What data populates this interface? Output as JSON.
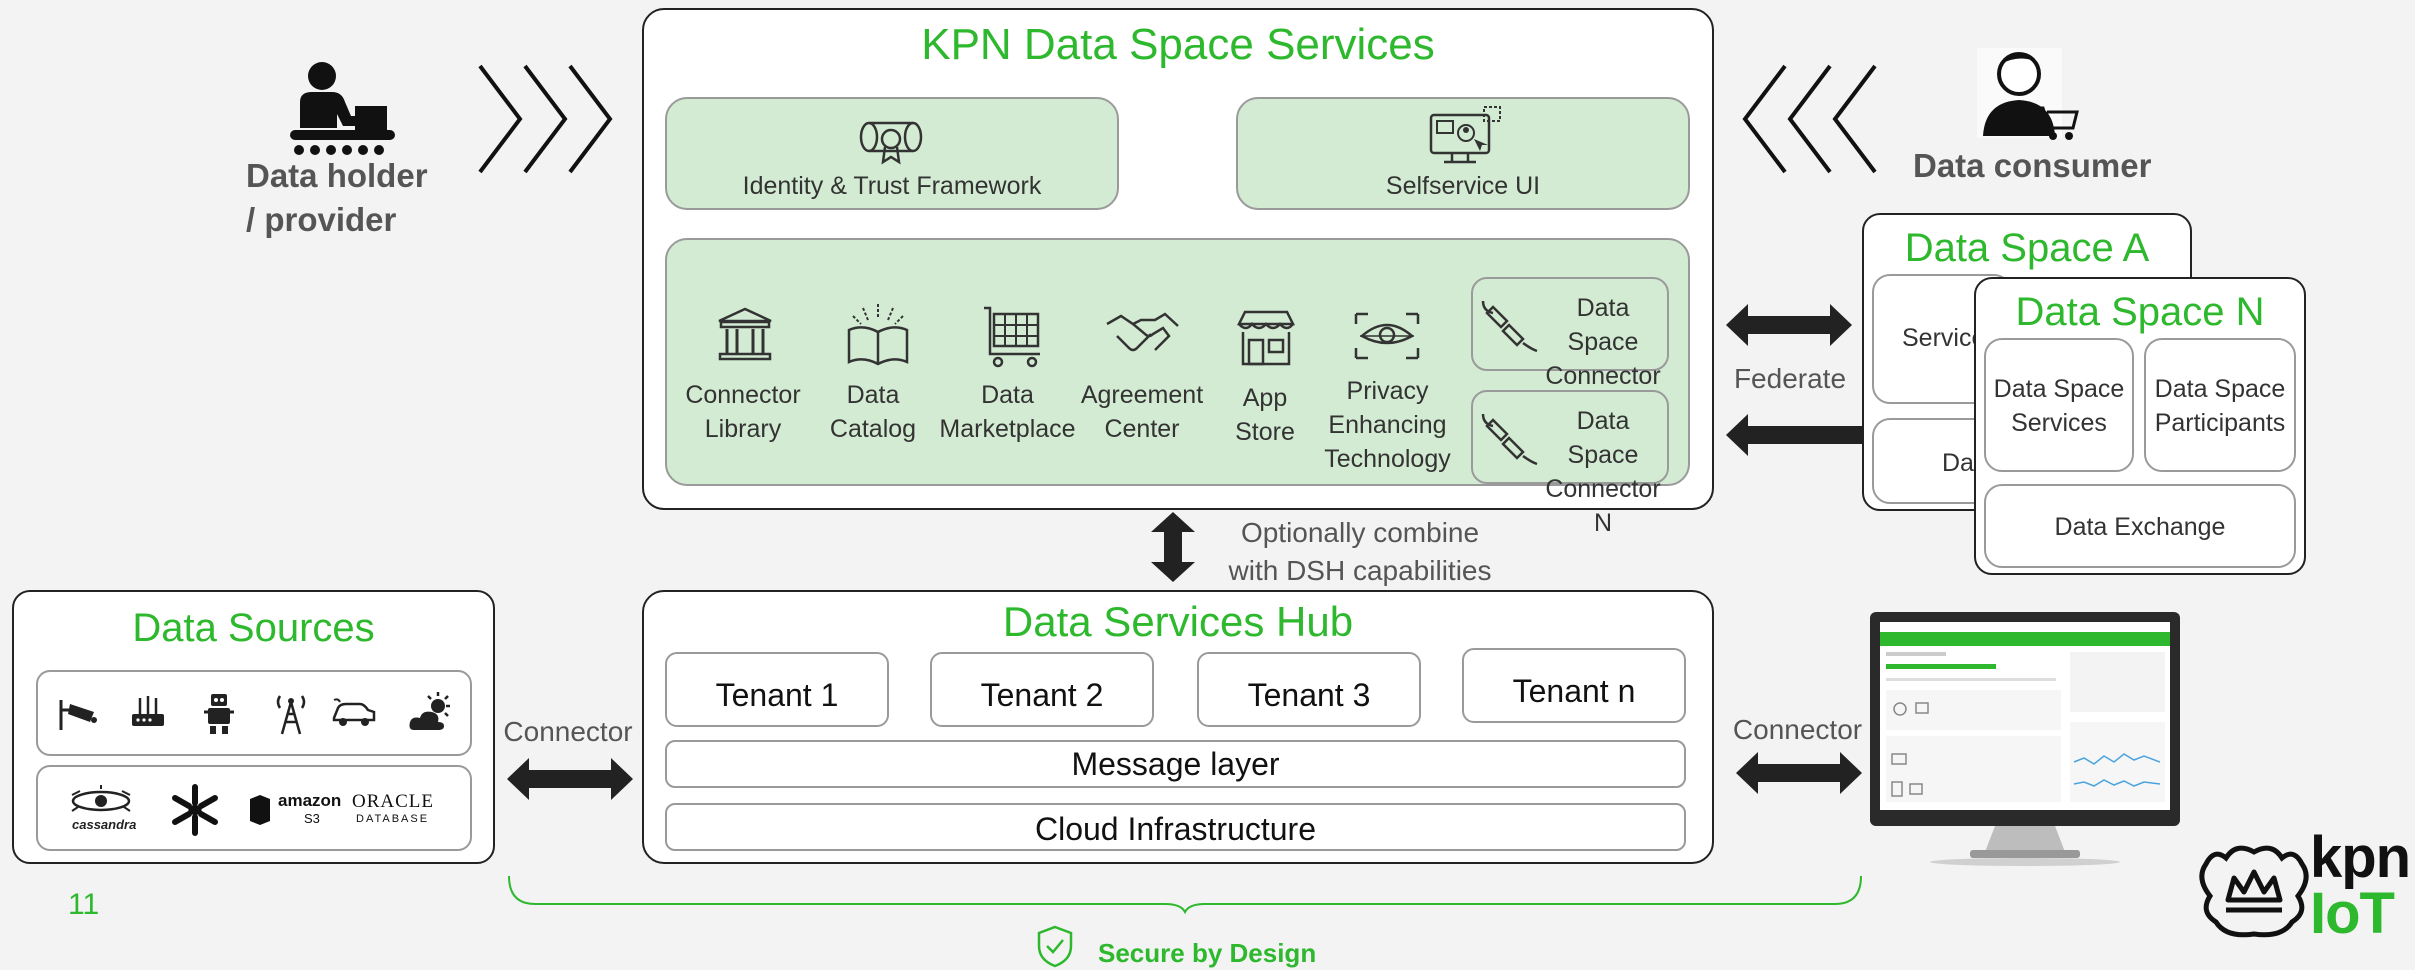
{
  "provider": {
    "label_line1": "Data holder",
    "label_line2": "/ provider"
  },
  "consumer": {
    "label": "Data consumer"
  },
  "kpn_services": {
    "title": "KPN Data Space Services",
    "identity": "Identity & Trust Framework",
    "selfservice": "Selfservice UI",
    "modules": [
      {
        "line1": "Connector",
        "line2": "Library",
        "icon": "bank-icon"
      },
      {
        "line1": "Data",
        "line2": "Catalog",
        "icon": "book-icon"
      },
      {
        "line1": "Data",
        "line2": "Marketplace",
        "icon": "cart-icon"
      },
      {
        "line1": "Agreement",
        "line2": "Center",
        "icon": "handshake-icon"
      },
      {
        "line1": "App",
        "line2": "Store",
        "icon": "store-icon"
      },
      {
        "line1": "Privacy",
        "line2": "Enhancing",
        "line3": "Technology",
        "icon": "eye-icon"
      }
    ],
    "connector_a": {
      "line1": "Data Space",
      "line2": "Connector A"
    },
    "connector_n": {
      "line1": "Data Space",
      "line2": "Connector N"
    }
  },
  "federate": "Federate",
  "data_space_a": {
    "title": "Data Space A",
    "partial_services": "Service",
    "partial_data": "Da"
  },
  "data_space_n": {
    "title": "Data Space N",
    "services_line1": "Data Space",
    "services_line2": "Services",
    "participants_line1": "Data Space",
    "participants_line2": "Participants",
    "exchange": "Data Exchange"
  },
  "optional": {
    "line1": "Optionally combine",
    "line2": "with DSH capabilities"
  },
  "data_sources": {
    "title": "Data Sources",
    "iot_icons": [
      "camera-icon",
      "router-icon",
      "robot-icon",
      "antenna-icon",
      "car-icon",
      "weather-icon"
    ],
    "logos": {
      "cassandra": "cassandra",
      "amazon": "amazon",
      "s3": "S3",
      "oracle": "ORACLE",
      "database": "DATABASE"
    }
  },
  "hub": {
    "title": "Data Services Hub",
    "tenants": [
      "Tenant 1",
      "Tenant 2",
      "Tenant 3",
      "Tenant n"
    ],
    "message_layer": "Message layer",
    "cloud": "Cloud Infrastructure"
  },
  "connector_left": "Connector",
  "connector_right": "Connector",
  "slide_number": "11",
  "secure": "Secure by Design",
  "brand": {
    "line1": "kpn",
    "line2": "IoT"
  },
  "colors": {
    "accent": "#2db82d",
    "panel_green": "#d3ebd3",
    "arrow": "#222222"
  }
}
